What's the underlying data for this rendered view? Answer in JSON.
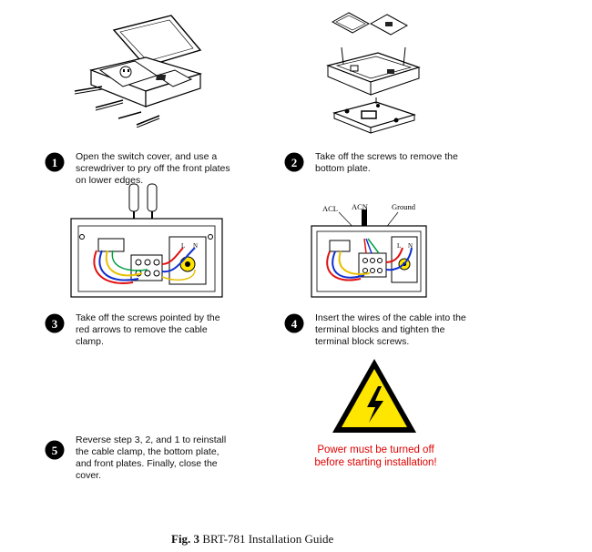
{
  "steps": [
    {
      "number": "1",
      "text": "Open the switch cover, and use a screwdriver to pry off the front plates on lower edges."
    },
    {
      "number": "2",
      "text": "Take off the screws to remove the bottom plate."
    },
    {
      "number": "3",
      "text": "Take off the screws pointed by the red arrows to remove the cable clamp."
    },
    {
      "number": "4",
      "text": "Insert the wires of the cable into the terminal blocks and tighten the terminal block screws."
    },
    {
      "number": "5",
      "text": "Reverse step 3, 2, and 1 to reinstall the cable clamp, the bottom plate, and front plates. Finally, close the cover."
    }
  ],
  "wire_labels": {
    "acl": "ACL",
    "acn": "ACN",
    "ground": "Ground"
  },
  "terminal_labels": {
    "l": "L",
    "n": "N"
  },
  "warning": {
    "line1": "Power must be turned off",
    "line2": "before starting installation!"
  },
  "caption": {
    "label": "Fig. 3",
    "text": "BRT-781 Installation Guide"
  },
  "colors": {
    "warning_text": "#e00000",
    "warning_fill": "#ffe600",
    "wire_red": "#e01010",
    "wire_blue": "#1030d0",
    "wire_yellow": "#e8c000",
    "wire_green": "#00a040"
  }
}
